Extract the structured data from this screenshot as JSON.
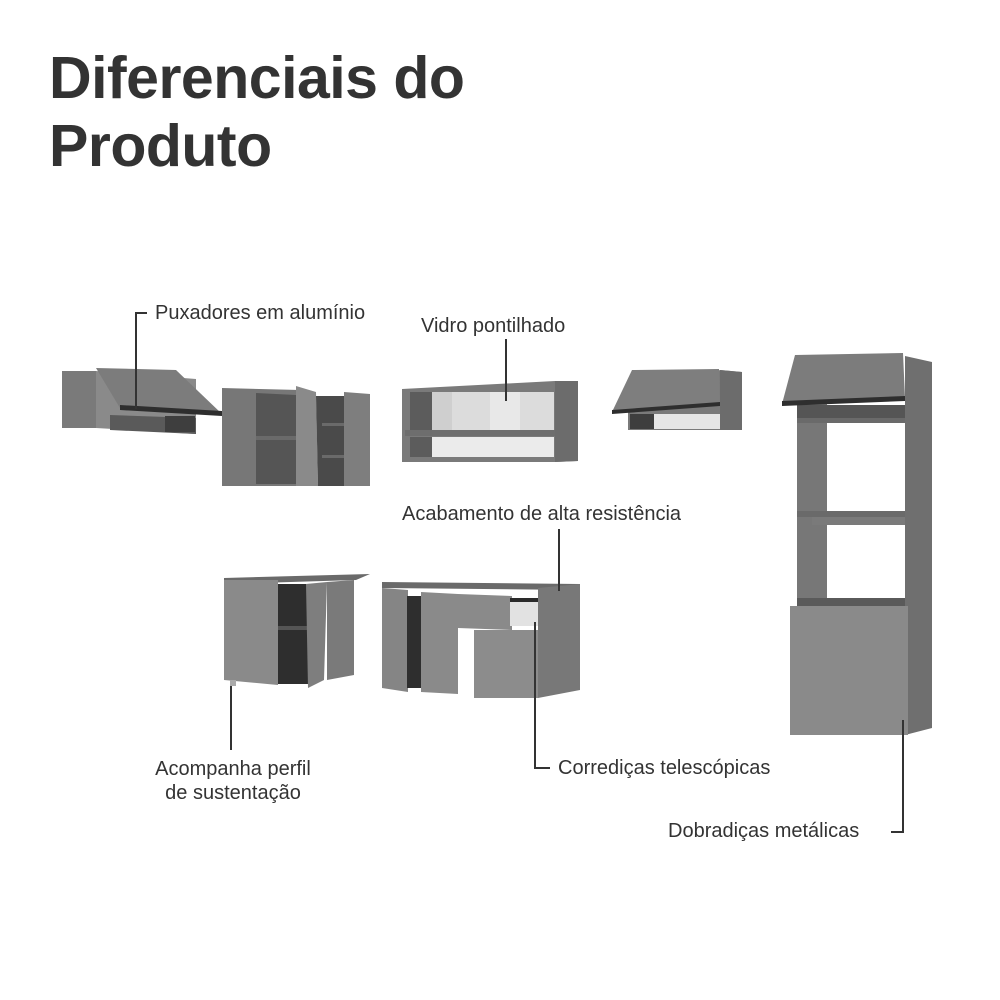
{
  "page": {
    "title_line1": "Diferenciais do",
    "title_line2": "Produto"
  },
  "callouts": [
    {
      "id": "handles",
      "label": "Puxadores em alumínio"
    },
    {
      "id": "glass",
      "label": "Vidro pontilhado"
    },
    {
      "id": "finish",
      "label": "Acabamento de alta resistência"
    },
    {
      "id": "profile",
      "label_line1": "Acompanha perfil",
      "label_line2": "de sustentação"
    },
    {
      "id": "slides",
      "label": "Corrediças telescópicas"
    },
    {
      "id": "hinges",
      "label": "Dobradiças metálicas"
    }
  ],
  "colors": {
    "text": "#333333",
    "cabinet_face": "#8a8a8a",
    "cabinet_side": "#707070",
    "cabinet_dark": "#3a3a3a",
    "interior_light": "#e6e6e6"
  },
  "furniture": [
    "wall-cabinet-flip-door-left",
    "wall-cabinet-open-doors",
    "wall-cabinet-glass",
    "wall-cabinet-flip-door-right",
    "corner-base-cabinet",
    "base-cabinet-with-drawer",
    "tall-oven-tower"
  ]
}
